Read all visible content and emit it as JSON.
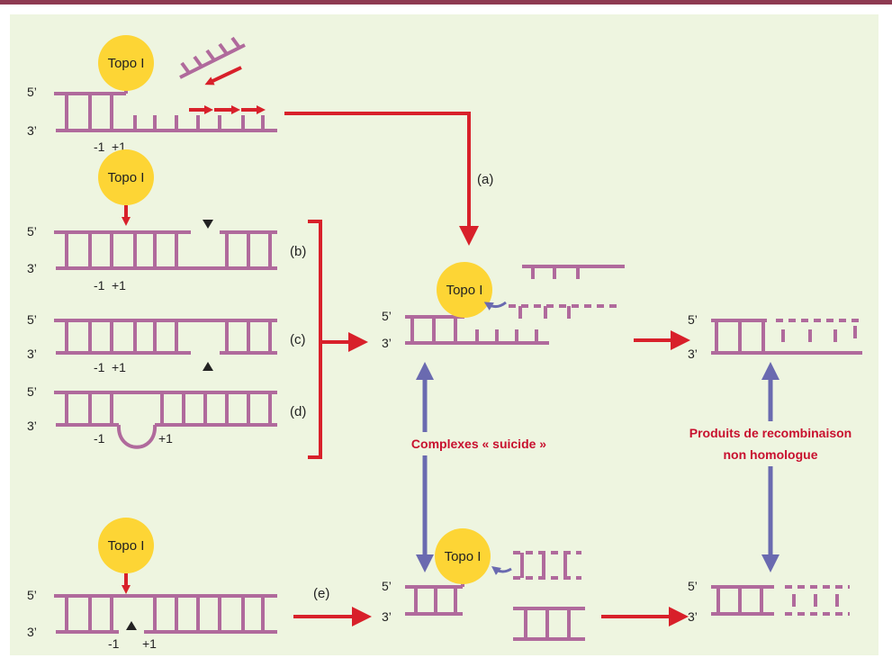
{
  "topo_label": "Topo I",
  "strand_5": "5’",
  "strand_3": "3’",
  "pos_minus": "-1",
  "pos_plus": "+1",
  "steps": {
    "a": "(a)",
    "b": "(b)",
    "c": "(c)",
    "d": "(d)",
    "e": "(e)"
  },
  "callouts": {
    "suicide": "Complexes « suicide »",
    "products_line1": "Produits de recombinaison",
    "products_line2": "non homologue"
  },
  "colors": {
    "dna": "#b06a9c",
    "arrow_red": "#d8202a",
    "arrow_blue": "#6a6ab0",
    "topo": "#fdd535",
    "panel": "#eef5e0",
    "topbar": "#8e3a52"
  }
}
